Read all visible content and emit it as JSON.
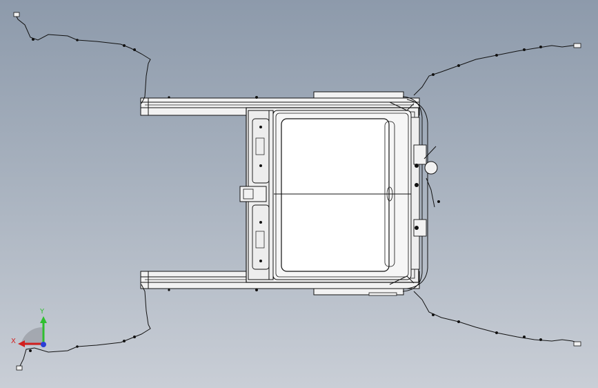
{
  "view": {
    "background_top": "#8d9aab",
    "background_bottom": "#c9ced6"
  },
  "triad": {
    "x_label": "X",
    "y_label": "Y",
    "x_color": "#d21f1f",
    "y_color": "#2fbf2f",
    "z_color": "#2b3fd6",
    "icon": "coordinate-triad-icon"
  },
  "model": {
    "icon": "sunroof-assembly-drawing"
  }
}
